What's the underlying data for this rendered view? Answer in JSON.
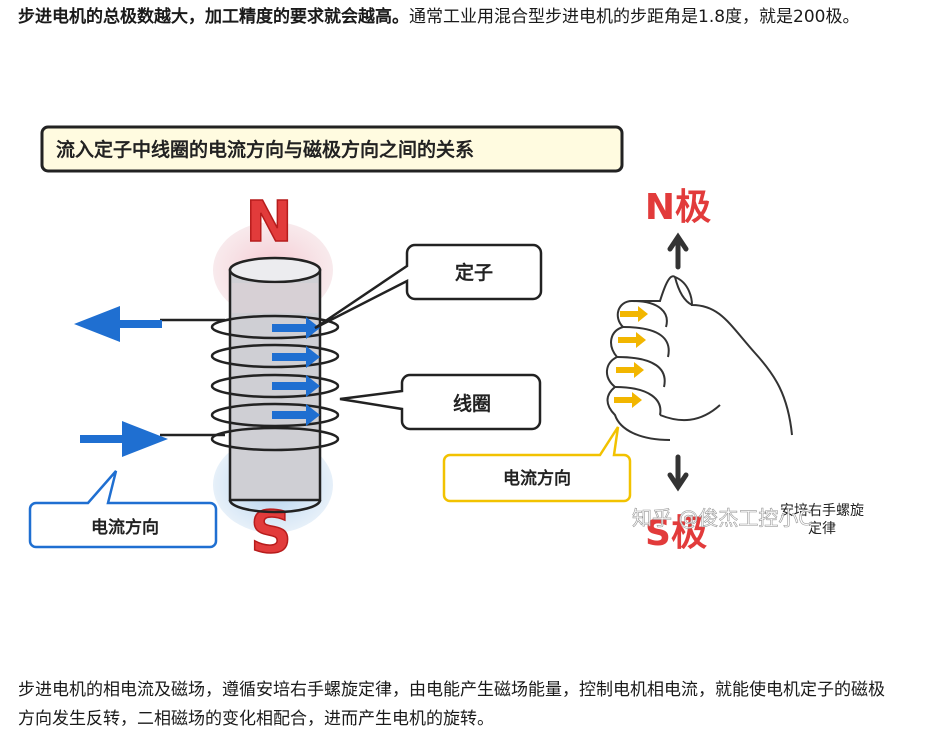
{
  "paragraph1": {
    "bold": "步进电机的总极数越大，加工精度的要求就会越高。",
    "normal": "通常工业用混合型步进电机的步距角是1.8度，就是200极。"
  },
  "figure": {
    "title": "流入定子中线圈的电流方向与磁极方向之间的关系",
    "north_label": "N",
    "south_label": "S",
    "stator_label": "定子",
    "coil_label": "线圈",
    "current_direction_left": "电流方向",
    "north_pole_right": "N极",
    "south_pole_right": "S极",
    "current_direction_right": "电流方向",
    "rule_label_line1": "安培右手螺旋",
    "rule_label_line2": "定律",
    "watermark": "知乎 @俊杰工控小C",
    "colors": {
      "title_box_bg": "#fffbe0",
      "north_glow": "#f2a7b5",
      "south_glow": "#9cc4e8",
      "arrow_blue": "#1f6fd1",
      "label_blue_border": "#1f6fd1",
      "label_yellow_border": "#f2c200",
      "pole_red": "#e23b3b",
      "finger_arrow": "#f2b600"
    }
  },
  "paragraph2": {
    "text": "步进电机的相电流及磁场，遵循安培右手螺旋定律，由电能产生磁场能量，控制电机相电流，就能使电机定子的磁极方向发生反转，二相磁场的变化相配合，进而产生电机的旋转。"
  }
}
